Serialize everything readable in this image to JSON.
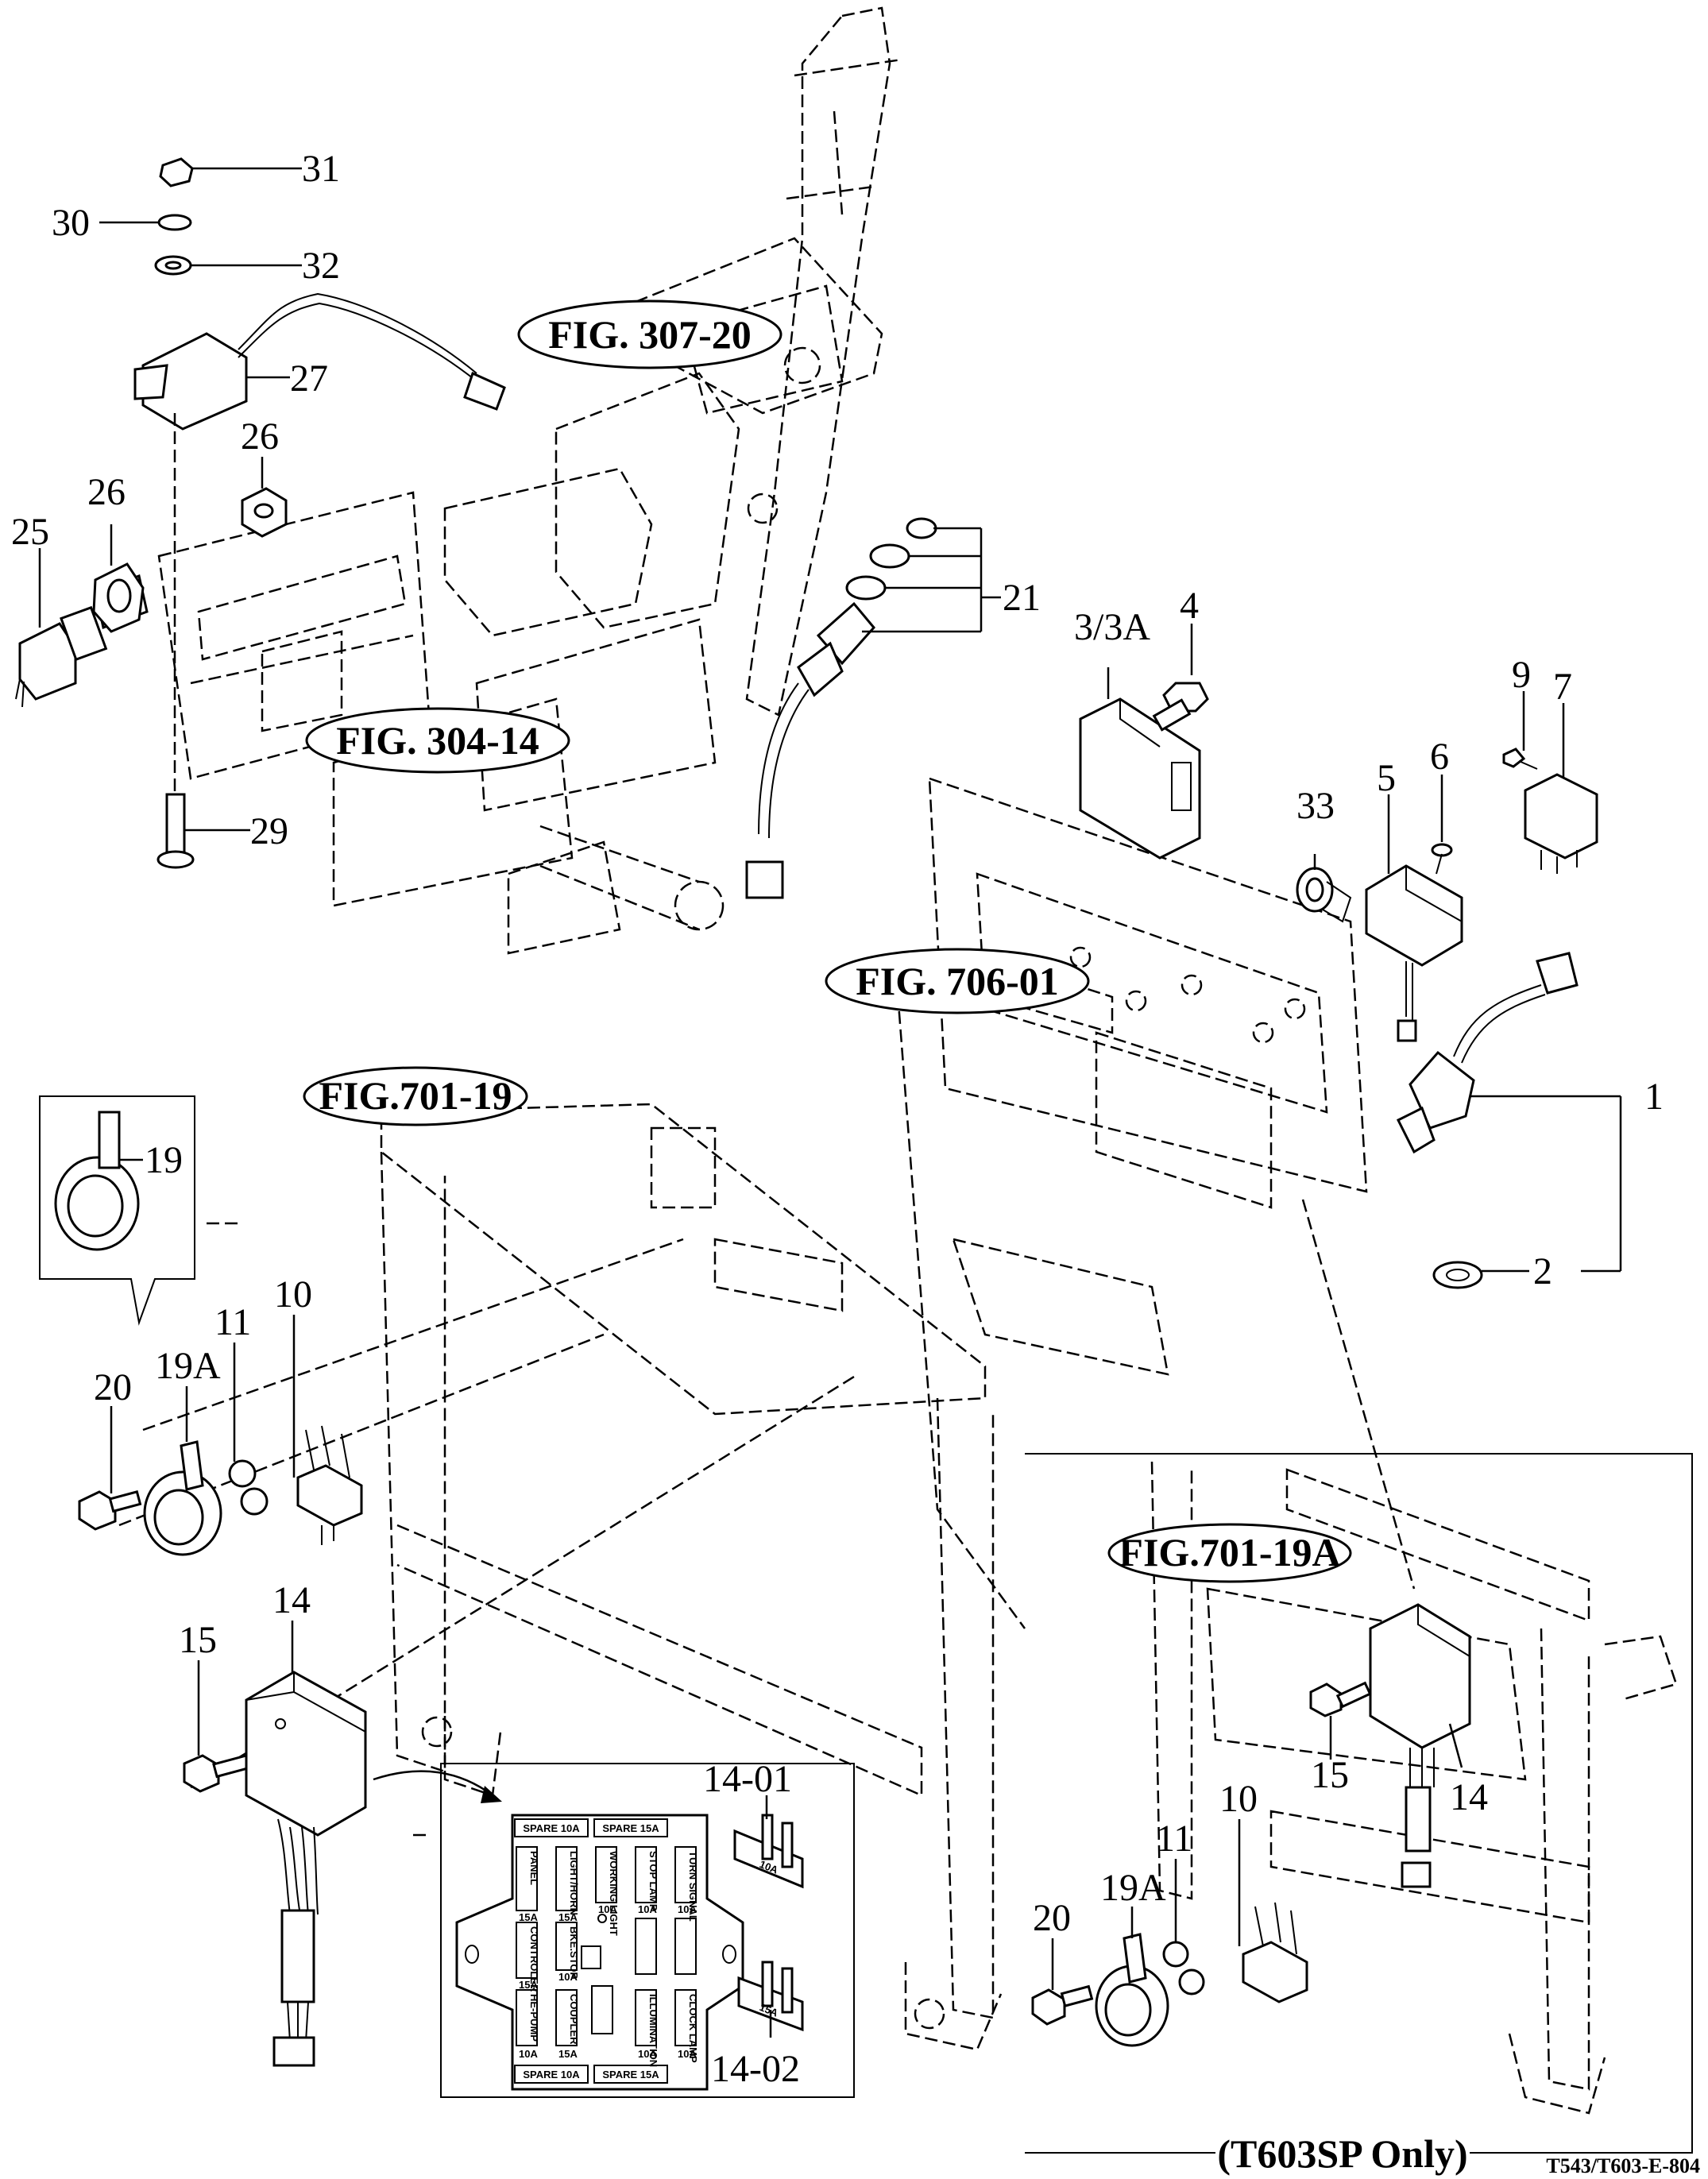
{
  "figure_refs": {
    "fig_307_20": "FIG. 307-20",
    "fig_304_14": "FIG. 304-14",
    "fig_706_01": "FIG. 706-01",
    "fig_701_19": "FIG.701-19",
    "fig_701_19a": "FIG.701-19A"
  },
  "part_numbers": {
    "p1": "1",
    "p2": "2",
    "p3": "3/3A",
    "p4": "4",
    "p5": "5",
    "p6": "6",
    "p7": "7",
    "p9": "9",
    "p10": "10",
    "p11": "11",
    "p14": "14",
    "p15": "15",
    "p19": "19",
    "p19a": "19A",
    "p20": "20",
    "p21": "21",
    "p25": "25",
    "p26a": "26",
    "p26b": "26",
    "p27": "27",
    "p29": "29",
    "p30": "30",
    "p31": "31",
    "p32": "32",
    "p33": "33",
    "p14_01": "14-01",
    "p14_02": "14-02",
    "ins_p10": "10",
    "ins_p11": "11",
    "ins_p14": "14",
    "ins_p15": "15",
    "ins_p19a": "19A",
    "ins_p20": "20"
  },
  "inset": {
    "caption": "(T603SP Only)"
  },
  "fuse_box": {
    "top_left": "SPARE 10A",
    "top_right": "SPARE 15A",
    "bottom_left": "SPARE 10A",
    "bottom_right": "SPARE 15A",
    "col1_top": "PANEL",
    "col1_top_amp": "15A",
    "col1_mid": "CONTROLER",
    "col1_mid_amp": "15A",
    "col1_bot": "HE-PUMP",
    "col1_bot_amp": "10A",
    "col2_top": "LIGHT/HORN",
    "col2_top_amp": "15A",
    "col2_mid": "BKE.STOP",
    "col2_mid_amp": "10A",
    "col2_bot": "COUPLER",
    "col2_bot_amp": "15A",
    "col3_top": "WORKING LIGHT",
    "col3_top_amp": "10A",
    "col4_top": "STOP LAMP",
    "col4_top_amp": "10A",
    "col4_bot": "ILLUMINATION",
    "col4_bot_amp": "10A",
    "col5_top": "TURN SIGNAL",
    "col5_top_amp": "10A",
    "col5_bot": "CLOCK LAMP",
    "col5_bot_amp": "10A",
    "fuse_10a": "10A",
    "fuse_15a": "15A"
  },
  "document_id": "T543/T603-E-804"
}
